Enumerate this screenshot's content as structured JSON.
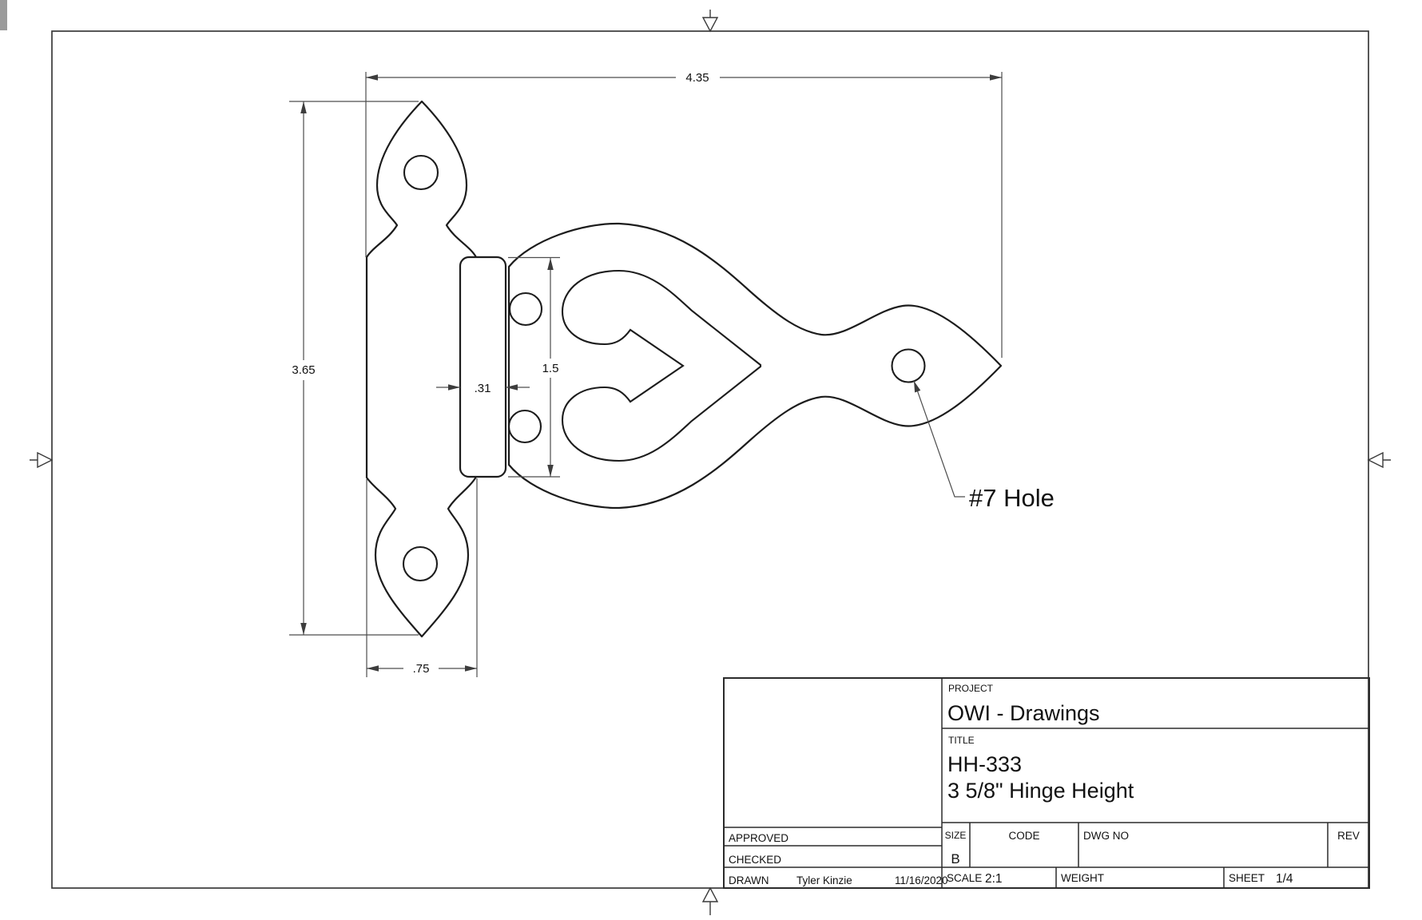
{
  "drawing": {
    "dims": {
      "overall_width": "4.35",
      "overall_height": "3.65",
      "plate_width": ".75",
      "knuckle_width": ".31",
      "knuckle_height": "1.5"
    },
    "callout": {
      "hole_label": "#7 Hole"
    }
  },
  "title_block": {
    "project": {
      "label": "PROJECT",
      "value": "OWI - Drawings"
    },
    "title": {
      "label": "TITLE",
      "line1": "HH-333",
      "line2": "3 5/8\" Hinge Height"
    },
    "approved": {
      "label": "APPROVED"
    },
    "checked": {
      "label": "CHECKED"
    },
    "drawn": {
      "label": "DRAWN",
      "name": "Tyler Kinzie",
      "date": "11/16/2020"
    },
    "size": {
      "label": "SIZE",
      "value": "B"
    },
    "code": {
      "label": "CODE"
    },
    "dwg_no": {
      "label": "DWG NO"
    },
    "rev": {
      "label": "REV"
    },
    "scale": {
      "label": "SCALE",
      "value": "2:1"
    },
    "weight": {
      "label": "WEIGHT"
    },
    "sheet": {
      "label": "SHEET",
      "value": "1/4"
    }
  }
}
